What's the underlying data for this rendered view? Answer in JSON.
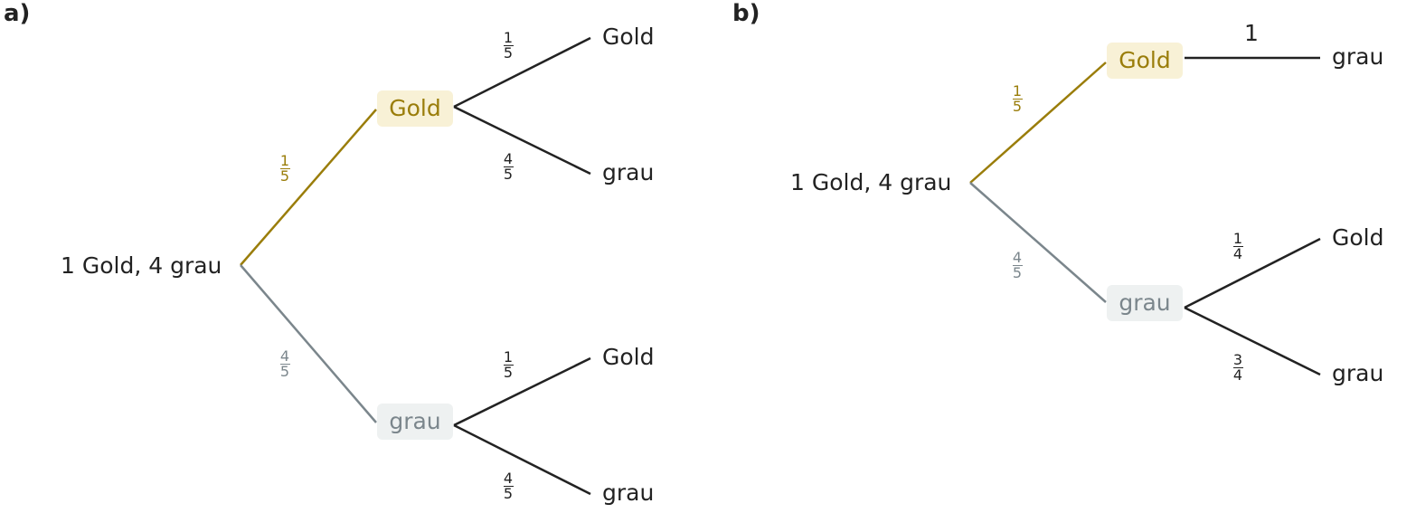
{
  "colors": {
    "gold_text": "#9a7d0a",
    "gold_line": "#9a7d0a",
    "gold_bg": "#f8f1d6",
    "grey_text": "#7b868c",
    "grey_line": "#7b868c",
    "grey_bg": "#eef1f1",
    "black": "#222222"
  },
  "panel_a": {
    "label": "a)",
    "root": "1 Gold, 4 grau",
    "node_gold": "Gold",
    "node_grau": "grau",
    "p_gold": {
      "num": "1",
      "den": "5"
    },
    "p_grau": {
      "num": "4",
      "den": "5"
    },
    "leaf_gold_gold": "Gold",
    "leaf_gold_grau": "grau",
    "leaf_grau_gold": "Gold",
    "leaf_grau_grau": "grau",
    "p_gold_gold": {
      "num": "1",
      "den": "5"
    },
    "p_gold_grau": {
      "num": "4",
      "den": "5"
    },
    "p_grau_gold": {
      "num": "1",
      "den": "5"
    },
    "p_grau_grau": {
      "num": "4",
      "den": "5"
    }
  },
  "panel_b": {
    "label": "b)",
    "root": "1 Gold, 4 grau",
    "node_gold": "Gold",
    "node_grau": "grau",
    "p_gold": {
      "num": "1",
      "den": "5"
    },
    "p_grau": {
      "num": "4",
      "den": "5"
    },
    "leaf_gold_grau": "grau",
    "p_gold_grau": "1",
    "leaf_grau_gold": "Gold",
    "leaf_grau_grau": "grau",
    "p_grau_gold": {
      "num": "1",
      "den": "4"
    },
    "p_grau_grau": {
      "num": "3",
      "den": "4"
    }
  }
}
